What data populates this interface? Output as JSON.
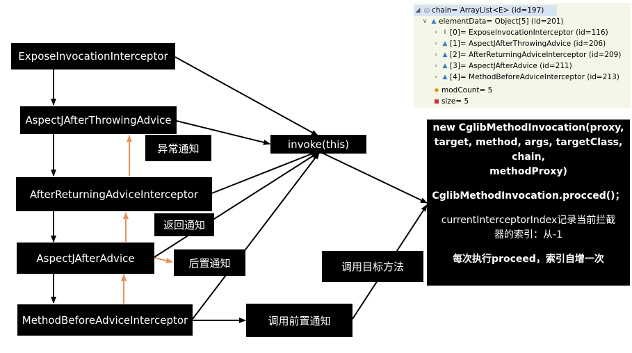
{
  "nodes": {
    "expose": "ExposeInvocationInterceptor",
    "after_throwing": "AspectJAfterThrowingAdvice",
    "after_returning": "AfterReturningAdviceInterceptor",
    "after_advice": "AspectJAfterAdvice",
    "method_before": "MethodBeforeAdviceInterceptor",
    "invoke": "invoke(this)"
  },
  "labels": {
    "exception_notice": "异常通知",
    "return_notice": "返回通知",
    "after_notice": "后置通知",
    "call_before_notice": "调用前置通知",
    "call_target_method": "调用目标方法"
  },
  "info": {
    "line1": "new CglibMethodInvocation(proxy,",
    "line2": "target, method, args, targetClass, chain,",
    "line3": "methodProxy)",
    "line4": "CglibMethodInvocation.procced()；",
    "line5": "currentInterceptorIndex记录当前拦截",
    "line6": "器的索引：从-1",
    "line7": "每次执行proceed，索引自增一次"
  },
  "debugger": {
    "root": "chain= ArrayList<E>  (id=197)",
    "element_data": "elementData= Object[5]  (id=201)",
    "items": [
      "[0]= ExposeInvocationInterceptor  (id=116)",
      "[1]= AspectJAfterThrowingAdvice  (id=206)",
      "[2]= AfterReturningAdviceInterceptor  (id=209)",
      "[3]= AspectJAfterAdvice  (id=211)",
      "[4]= MethodBeforeAdviceInterceptor  (id=213)"
    ],
    "mod_count": "modCount= 5",
    "size": "size= 5"
  },
  "colors": {
    "box": "#000000",
    "text": "#ffffff",
    "orange_arrow": "#e8915b",
    "debugger_bg": "#f4f7e8",
    "debugger_highlight": "#d6e4f3"
  }
}
